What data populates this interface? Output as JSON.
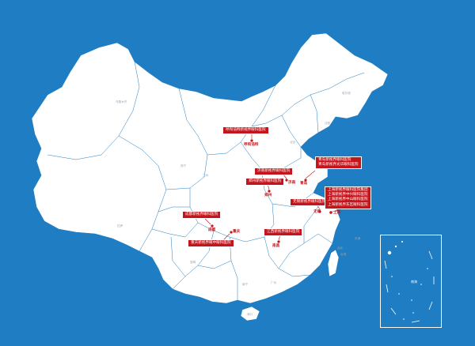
{
  "callouts": {
    "hohhot": [
      "呼和浩特新视界眼科医院"
    ],
    "qingdao": [
      "青岛新视界眼科医院",
      "青岛新视界光华眼科医院"
    ],
    "jinan": [
      "济南新视界眼科医院"
    ],
    "zhengzhou": [
      "郑州新视界眼科医院"
    ],
    "wuxi": [
      "无锡新视界眼科医院"
    ],
    "shanghai": [
      "上海新视界眼科医院集团",
      "上海新视界中兴眼科医院",
      "上海新视界中山眼科医院",
      "上海新视界东区眼科医院"
    ],
    "chengdu": [
      "成都新视界眼科医院"
    ],
    "chongqing": [
      "重庆新视界眼中眼科医院"
    ],
    "nanchang": [
      "江西新视界眼科医院"
    ]
  },
  "cities": {
    "hohhot": "呼和浩特",
    "qingdao": "青岛",
    "jinan": "济南",
    "zhengzhou": "郑州",
    "wuxi": "无锡",
    "shanghai": "上海",
    "chengdu": "成都",
    "chongqing": "重庆",
    "nanchang": "南昌"
  },
  "regions": {
    "xinjiang": "乌鲁木齐",
    "xizang": "拉萨",
    "beijing": "北京",
    "taiwan": "台湾",
    "guangzhou": "广州",
    "nanning": "南宁",
    "kunming": "昆明",
    "lanzhou": "兰州",
    "xining": "西宁",
    "harbin": "哈尔滨",
    "shenyang": "沈阳",
    "haikou": "海口",
    "taibei": "台北",
    "donghai": "东海"
  },
  "inset": {
    "sea_label": "南海"
  },
  "colors": {
    "ocean": "#1f7dc3",
    "land": "#ffffff",
    "border": "#1f7dc3",
    "marker": "#c4151c"
  }
}
